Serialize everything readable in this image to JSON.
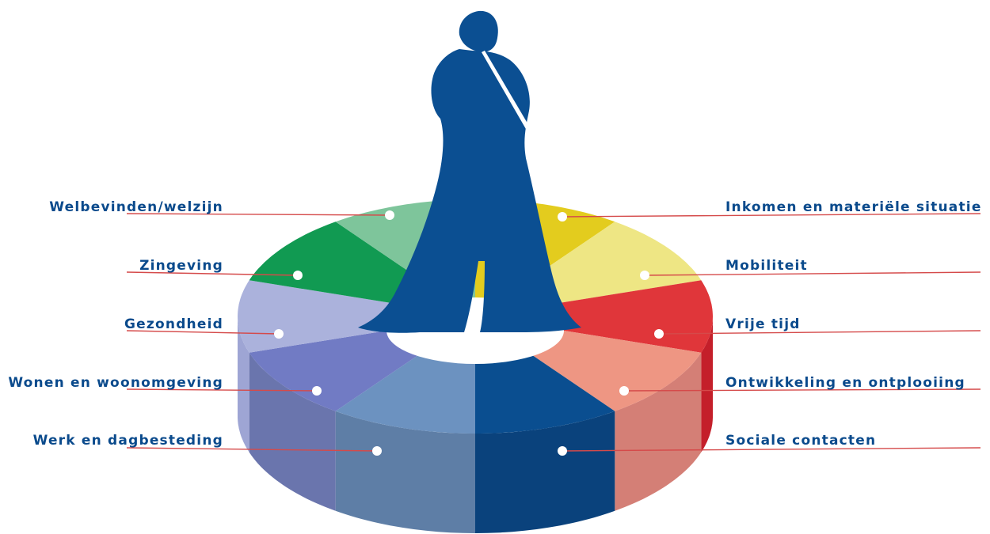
{
  "diagram": {
    "colors": {
      "figure": "#0b4f92",
      "leader_line": "#d54a4a",
      "dot": "#ffffff",
      "label_text": "#0a4a8c"
    },
    "segments": [
      {
        "name": "Inkomen en materiële situatie",
        "top": "#e3cc1e",
        "side": "#c9b210"
      },
      {
        "name": "Mobiliteit",
        "top": "#eee684",
        "side": "#d8cf66"
      },
      {
        "name": "Vrije tijd",
        "top": "#e0363a",
        "side": "#c41f2a"
      },
      {
        "name": "Ontwikkeling en ontplooiing",
        "top": "#ee9683",
        "side": "#d47f76"
      },
      {
        "name": "Sociale contacten",
        "top": "#0a4e90",
        "side": "#0a427c"
      },
      {
        "name": "Werk en dagbesteding",
        "top": "#6c92c0",
        "side": "#5e7ea6"
      },
      {
        "name": "Wonen en woonomgeving",
        "top": "#717bc4",
        "side": "#6a75ad"
      },
      {
        "name": "Gezondheid",
        "top": "#abb2dc",
        "side": "#9ea5d4"
      },
      {
        "name": "Zingeving",
        "top": "#119a52",
        "side": "#0b8044"
      },
      {
        "name": "Welbevinden/welzijn",
        "top": "#7ec59b",
        "side": "#6ab086"
      }
    ],
    "labels_left": [
      {
        "text": "Welbevinden/welzijn"
      },
      {
        "text": "Zingeving"
      },
      {
        "text": "Gezondheid"
      },
      {
        "text": "Wonen en woonomgeving"
      },
      {
        "text": "Werk en dagbesteding"
      }
    ],
    "labels_right": [
      {
        "text": "Inkomen en materiële situatie"
      },
      {
        "text": "Mobiliteit"
      },
      {
        "text": "Vrije tijd"
      },
      {
        "text": "Ontwikkeling en ontplooiing"
      },
      {
        "text": "Sociale contacten"
      }
    ]
  }
}
